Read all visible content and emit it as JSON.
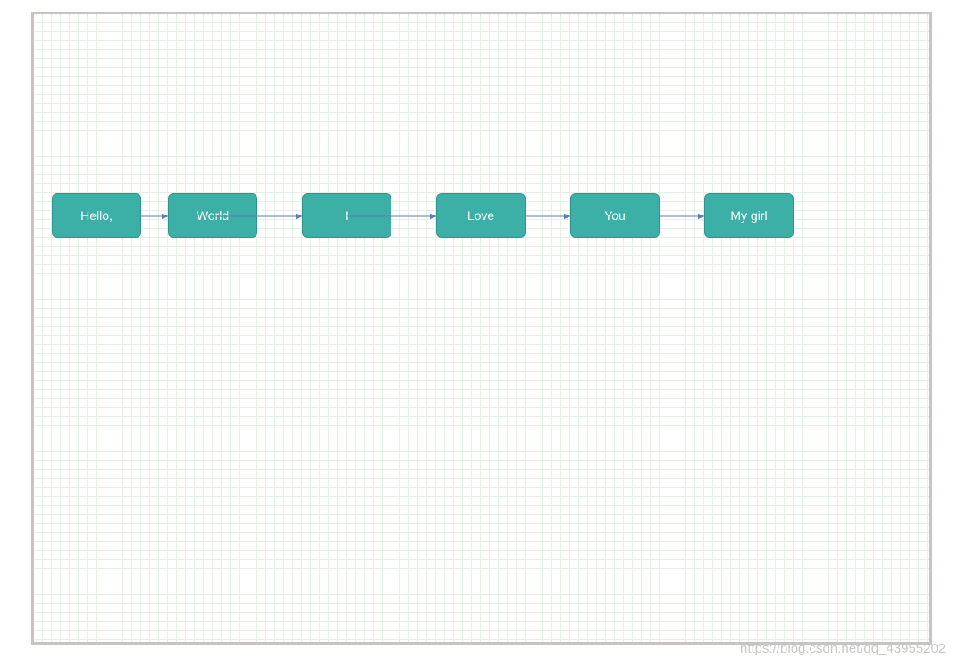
{
  "diagram": {
    "nodes": [
      {
        "id": "n1",
        "label": "Hello,"
      },
      {
        "id": "n2",
        "label": "World"
      },
      {
        "id": "n3",
        "label": "I"
      },
      {
        "id": "n4",
        "label": "Love"
      },
      {
        "id": "n5",
        "label": "You"
      },
      {
        "id": "n6",
        "label": "My girl"
      }
    ],
    "edges": [
      {
        "from": "n1",
        "to": "n2"
      },
      {
        "from": "n2",
        "to": "n3"
      },
      {
        "from": "n3",
        "to": "n4"
      },
      {
        "from": "n4",
        "to": "n5"
      },
      {
        "from": "n5",
        "to": "n6"
      }
    ],
    "colors": {
      "node_fill": "#3cb0a6",
      "node_border": "#2f958c",
      "node_text": "#ffffff",
      "edge": "#5b7fb0",
      "grid": "#e6efe6",
      "frame": "#c9c3c3"
    }
  },
  "watermark": "https://blog.csdn.net/qq_43955202"
}
